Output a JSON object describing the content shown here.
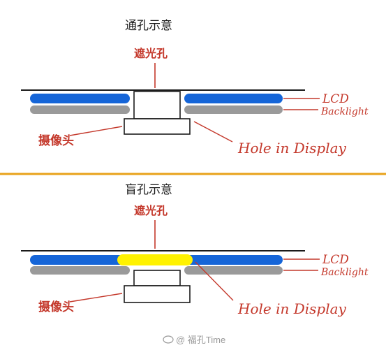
{
  "through_hole": {
    "title": "通孔示意",
    "light_hole_label": "遮光孔",
    "lcd_label": "LCD",
    "backlight_label": "Backlight",
    "camera_label": "摄像头",
    "hole_label": "Hole in Display"
  },
  "blind_hole": {
    "title": "盲孔示意",
    "light_hole_label": "遮光孔",
    "lcd_label": "LCD",
    "backlight_label": "Backlight",
    "camera_label": "摄像头",
    "hole_label": "Hole in Display"
  },
  "watermark": "@ 福孔Time",
  "colors": {
    "lcd": "#1565d8",
    "backlight": "#9a9a9a",
    "glass": "#1a1a1a",
    "hole_fill": "#fff200",
    "divider": "#e8a21a",
    "annotation": "#c4382b"
  }
}
